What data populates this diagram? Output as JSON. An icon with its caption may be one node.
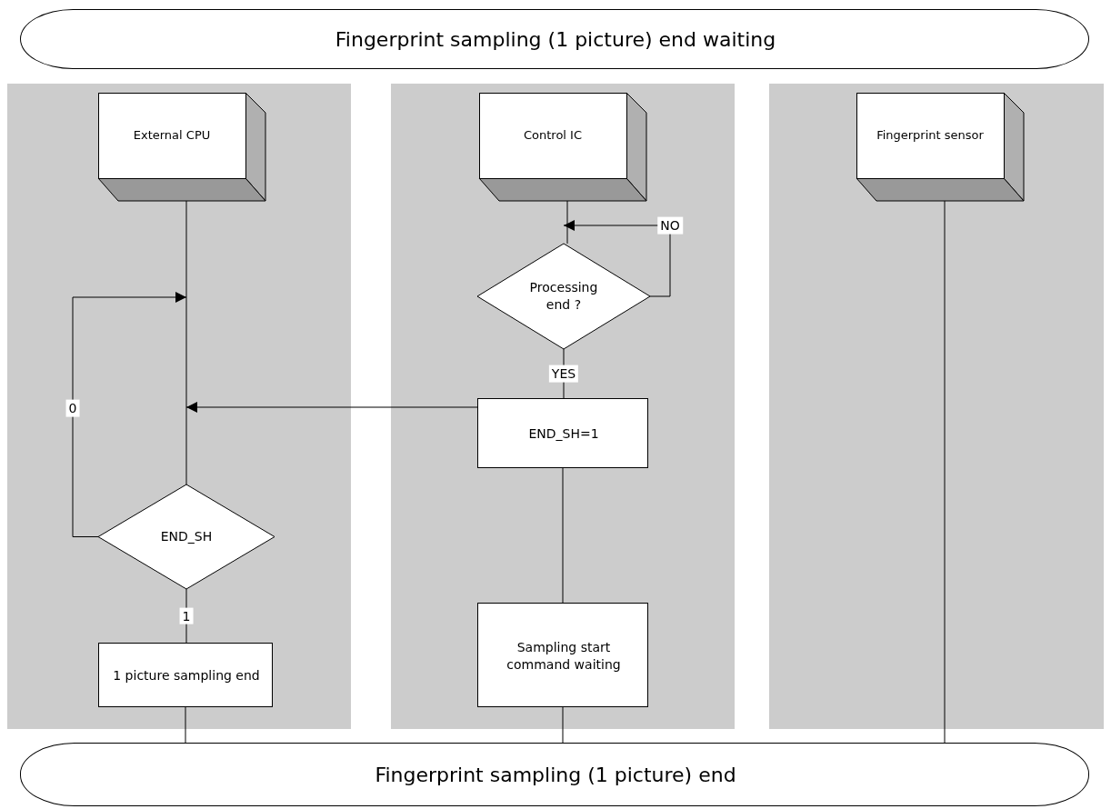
{
  "diagram": {
    "nodes": [
      {
        "text": [
          "Fingerprint sampling (1 picture) end waiting"
        ]
      },
      {
        "text": [],
        "shape": "band"
      },
      {
        "text": [],
        "shape": "band"
      },
      {
        "text": [],
        "shape": "band"
      },
      {
        "text": [
          "External CPU"
        ],
        "in": 1
      },
      {
        "text": [
          "Control IC"
        ],
        "in": 2
      },
      {
        "text": [
          "Fingerprint sensor"
        ],
        "in": 3
      },
      {
        "text": [
          "Processing end ?"
        ],
        "in": 2
      },
      {
        "text": [
          "END_SH=1"
        ],
        "in": 2
      },
      {
        "text": [
          "Sampling start command waiting"
        ],
        "in": 2
      },
      {
        "text": [
          "END_SH"
        ],
        "in": 1
      },
      {
        "text": [
          "1 picture sampling end"
        ],
        "in": 1
      },
      {
        "text": [
          "Fingerprint sampling (1 picture) end"
        ]
      }
    ],
    "edges": [
      {
        "from": 4,
        "to": 10,
        "arrow": "none"
      },
      {
        "from": 10,
        "to": null,
        "label": "0",
        "arrow": "to"
      },
      {
        "from": 8,
        "to": 10,
        "arrow": "to"
      },
      {
        "from": 5,
        "to": 7,
        "arrow": "none"
      },
      {
        "from": 7,
        "to": 7,
        "label": "NO",
        "arrow": "to"
      },
      {
        "from": 7,
        "to": 8,
        "label": "YES",
        "arrow": "none"
      },
      {
        "from": 8,
        "to": 9,
        "arrow": "none"
      },
      {
        "from": 9,
        "to": 12,
        "arrow": "none"
      },
      {
        "from": 10,
        "to": 11,
        "label": "1",
        "arrow": "none"
      },
      {
        "from": 11,
        "to": 12,
        "arrow": "none"
      },
      {
        "from": 6,
        "to": 12,
        "arrow": "none"
      }
    ]
  }
}
